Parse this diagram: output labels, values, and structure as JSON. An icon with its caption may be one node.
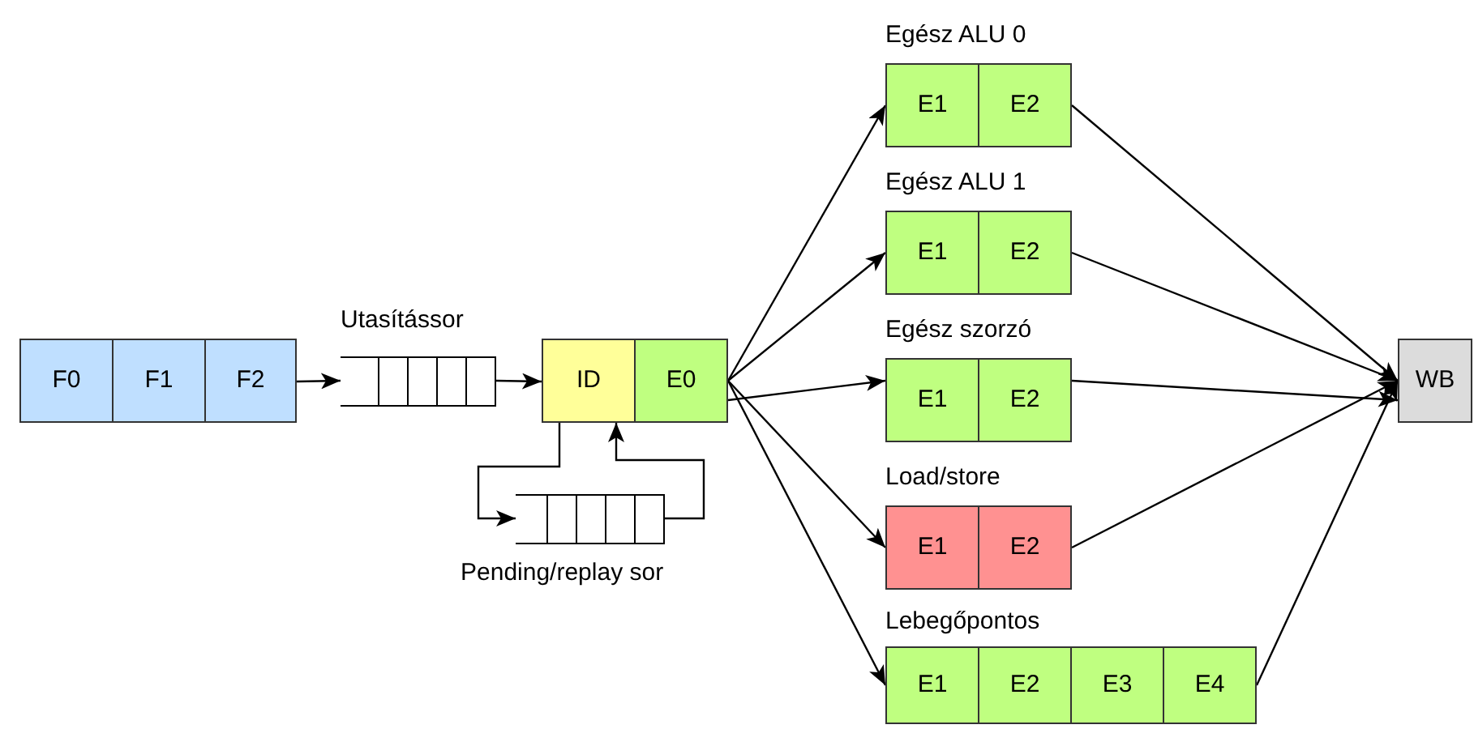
{
  "diagram": {
    "nodes": [
      {
        "text": [
          "F0"
        ]
      },
      {
        "text": [
          "F1"
        ]
      },
      {
        "text": [
          "F2"
        ]
      },
      {
        "text": [],
        "shape": "queue",
        "beside": [
          "Utasítássor"
        ]
      },
      {
        "text": [
          "ID"
        ]
      },
      {
        "text": [
          "E0"
        ]
      },
      {
        "text": [],
        "shape": "queue",
        "beside": [
          "Pending/replay sor"
        ]
      },
      {
        "text": [
          "Egész ALU 0"
        ]
      },
      {
        "text": [
          "E1"
        ],
        "in": 7
      },
      {
        "text": [
          "E2"
        ],
        "in": 7
      },
      {
        "text": [
          "Egész ALU 1"
        ]
      },
      {
        "text": [
          "E1"
        ],
        "in": 10
      },
      {
        "text": [
          "E2"
        ],
        "in": 10
      },
      {
        "text": [
          "Egész szorzó"
        ]
      },
      {
        "text": [
          "E1"
        ],
        "in": 13
      },
      {
        "text": [
          "E2"
        ],
        "in": 13
      },
      {
        "text": [
          "Load/store"
        ]
      },
      {
        "text": [
          "E1"
        ],
        "in": 16
      },
      {
        "text": [
          "E2"
        ],
        "in": 16
      },
      {
        "text": [
          "Lebegőpontos"
        ]
      },
      {
        "text": [
          "E1"
        ],
        "in": 19
      },
      {
        "text": [
          "E2"
        ],
        "in": 19
      },
      {
        "text": [
          "E3"
        ],
        "in": 19
      },
      {
        "text": [
          "E4"
        ],
        "in": 19
      },
      {
        "text": [
          "WB"
        ]
      }
    ],
    "edges": [
      {
        "from": 2,
        "to": 3,
        "arrow": "to"
      },
      {
        "from": 3,
        "to": 4,
        "arrow": "to"
      },
      {
        "from": 4,
        "to": 6,
        "arrow": "to"
      },
      {
        "from": 6,
        "to": 4,
        "arrow": "to"
      },
      {
        "from": 5,
        "to": 8,
        "arrow": "to"
      },
      {
        "from": 5,
        "to": 11,
        "arrow": "to"
      },
      {
        "from": 5,
        "to": 14,
        "arrow": "to"
      },
      {
        "from": 5,
        "to": 17,
        "arrow": "to"
      },
      {
        "from": 5,
        "to": 20,
        "arrow": "to"
      },
      {
        "from": 9,
        "to": 24,
        "arrow": "to"
      },
      {
        "from": 12,
        "to": 24,
        "arrow": "to"
      },
      {
        "from": 15,
        "to": 24,
        "arrow": "to"
      },
      {
        "from": 18,
        "to": 24,
        "arrow": "to"
      },
      {
        "from": 23,
        "to": 24,
        "arrow": "to"
      }
    ]
  }
}
